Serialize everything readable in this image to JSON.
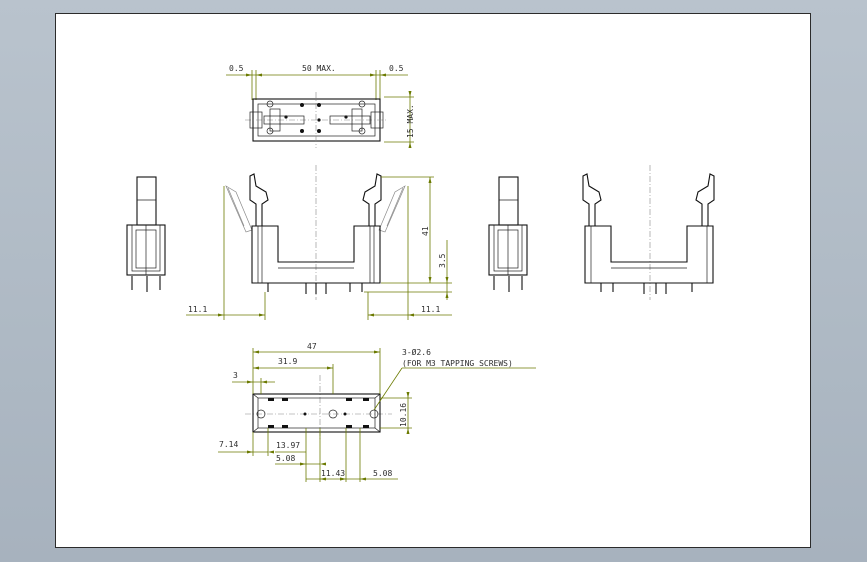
{
  "drawing": {
    "top_view": {
      "dim_left": "0.5",
      "dim_width": "50 MAX.",
      "dim_right": "0.5",
      "dim_height": "15 MAX."
    },
    "front_view": {
      "dim_height": "41",
      "dim_pin": "3.5",
      "dim_left_open": "11.1",
      "dim_right_open": "11.1"
    },
    "bottom_view": {
      "dim_overall": "47",
      "dim_inner": "31.9",
      "dim_edge": "3",
      "note_holes": "3-Ø2.6",
      "note_screws": "(FOR M3 TAPPING SCREWS)",
      "dim_pitch_height": "10.16",
      "dim_offset": "7.14",
      "dim_pin_a": "13.97",
      "dim_pin_b": "5.08",
      "dim_pin_c": "11.43",
      "dim_pin_d": "5.08"
    }
  }
}
